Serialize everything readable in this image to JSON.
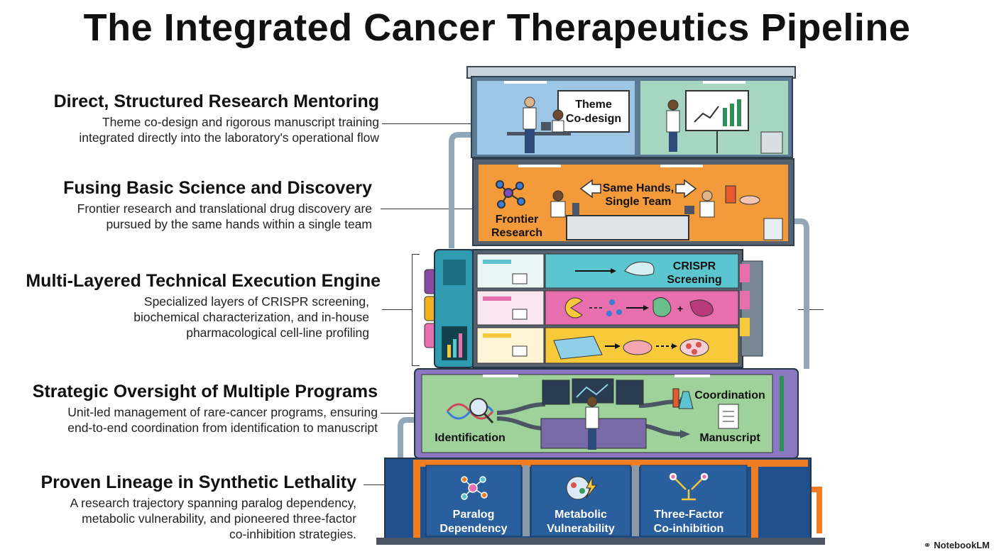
{
  "title": "The Integrated Cancer Therapeutics Pipeline",
  "sections": [
    {
      "heading": "Direct, Structured Research Mentoring",
      "line1": "Theme co-design and rigorous manuscript training",
      "line2": "integrated directly into the laboratory's operational flow",
      "line3": ""
    },
    {
      "heading": "Fusing Basic Science and Discovery",
      "line1": "Frontier research and translational drug discovery are",
      "line2": "pursued by the same hands within a single team",
      "line3": ""
    },
    {
      "heading": "Multi-Layered Technical Execution Engine",
      "line1": "Specialized layers of CRISPR screening,",
      "line2": "biochemical characterization, and in-house",
      "line3": "pharmacological cell-line profiling"
    },
    {
      "heading": "Strategic Oversight of Multiple Programs",
      "line1": "Unit-led management of rare-cancer programs, ensuring",
      "line2": "end-to-end coordination from identification to manuscript",
      "line3": ""
    },
    {
      "heading": "Proven Lineage in Synthetic Lethality",
      "line1": "A research trajectory spanning paralog dependency,",
      "line2": "metabolic vulnerability, and pioneered three-factor",
      "line3": "co-inhibition strategies."
    }
  ],
  "building": {
    "floor1": {
      "board_line1": "Theme",
      "board_line2": "Co-design"
    },
    "floor2": {
      "arrow_line1": "Same Hands,",
      "arrow_line2": "Single Team",
      "label_line1": "Frontier",
      "label_line2": "Research"
    },
    "floor3": {
      "crispr_line1": "CRISPR",
      "crispr_line2": "Screening"
    },
    "floor4": {
      "identification": "Identification",
      "coordination": "Coordination",
      "manuscript": "Manuscript"
    },
    "floor5": {
      "rooms": [
        {
          "line1": "Paralog",
          "line2": "Dependency"
        },
        {
          "line1": "Metabolic",
          "line2": "Vulnerability"
        },
        {
          "line1": "Three-Factor",
          "line2": "Co-inhibition"
        }
      ]
    }
  },
  "colors": {
    "floor1": "#9cc6e4",
    "floor1_right": "#a6d6c2",
    "floor2": "#f39a3a",
    "floor3_cyan": "#5cc6d0",
    "floor3_pink": "#e86fae",
    "floor3_yellow": "#f7c93b",
    "floor4": "#9fd29a",
    "floor4_frame": "#8a78c0",
    "floor5": "#1f4f8c",
    "accent_orange": "#f07d21"
  },
  "brand": "NotebookLM"
}
